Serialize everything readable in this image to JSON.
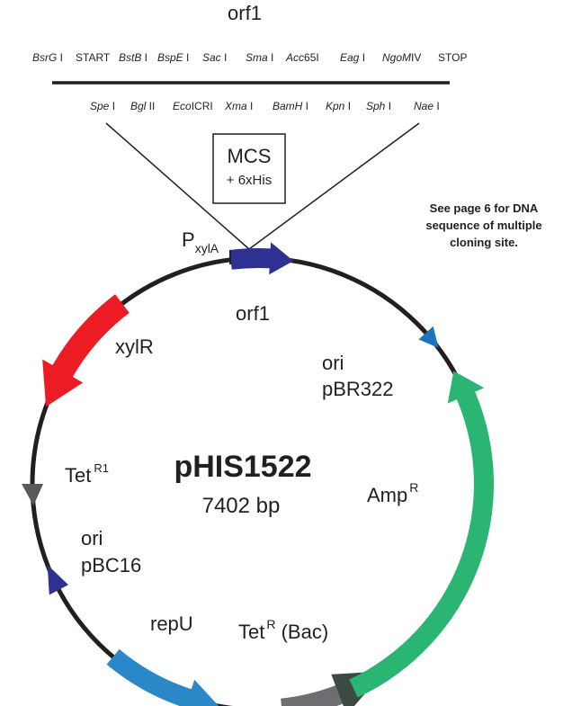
{
  "mcs": {
    "orf_label": "orf1",
    "top_sites": [
      {
        "name": "BsrG",
        "suffix": " I",
        "italic": true
      },
      {
        "name": "START",
        "suffix": "",
        "italic": false
      },
      {
        "name": "BstB",
        "suffix": " I",
        "italic": true
      },
      {
        "name": "BspE",
        "suffix": " I",
        "italic": true
      },
      {
        "name": "Sac",
        "suffix": " I",
        "italic": true
      },
      {
        "name": "Sma",
        "suffix": " I",
        "italic": true
      },
      {
        "name": "Acc",
        "suffix": "65I",
        "italic": true
      },
      {
        "name": "Eag",
        "suffix": " I",
        "italic": true
      },
      {
        "name": "NgoM",
        "suffix": "IV",
        "italic": true
      },
      {
        "name": "STOP",
        "suffix": "",
        "italic": false
      }
    ],
    "bottom_sites": [
      {
        "name": "Spe",
        "suffix": " I"
      },
      {
        "name": "Bgl",
        "suffix": " II"
      },
      {
        "name": "Eco",
        "suffix": "ICRI"
      },
      {
        "name": "Xma",
        "suffix": " I"
      },
      {
        "name": "BamH",
        "suffix": " I"
      },
      {
        "name": "Kpn",
        "suffix": " I"
      },
      {
        "name": "Sph",
        "suffix": " I"
      },
      {
        "name": "Nae",
        "suffix": " I"
      }
    ],
    "box_line1": "MCS",
    "box_line2": "+ 6xHis"
  },
  "note": {
    "line1": "See page 6 for DNA",
    "line2": "sequence of multiple",
    "line3": "cloning site."
  },
  "plasmid": {
    "name": "pHIS1522",
    "size": "7402 bp"
  },
  "features": {
    "promoter": {
      "main": "P",
      "sub": "xylA"
    },
    "orf1": "orf1",
    "xylR": "xylR",
    "ori_pbr_line1": "ori",
    "ori_pbr_line2": "pBR322",
    "ampR": {
      "main": "Amp",
      "sup": "R"
    },
    "tetR1": {
      "main": "Tet",
      "sup": "R1"
    },
    "ori_pbc_line1": "ori",
    "ori_pbc_line2": "pBC16",
    "repU": "repU",
    "tetRBac": {
      "main": "Tet",
      "sup": "R",
      "rest": " (Bac)"
    }
  },
  "colors": {
    "orf1": "#2e3192",
    "xylR": "#ed1c24",
    "ori_pbr": "#1c75bc",
    "ampR": "#2ab573",
    "tetR1": "#58595b",
    "ori_pbc": "#2e3192",
    "repU": "#2b88c8",
    "tetRBac": "#6d6e71",
    "tetRBac_head": "#3d4a42"
  }
}
